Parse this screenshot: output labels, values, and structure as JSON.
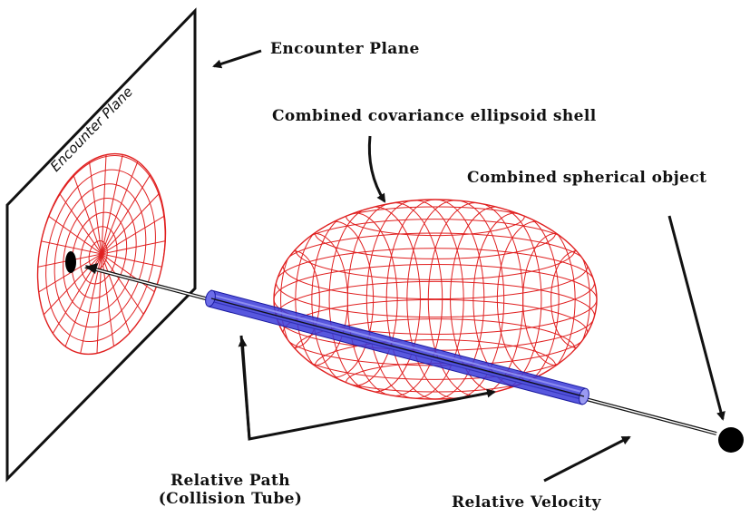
{
  "labels": {
    "encounter_plane": "Encounter Plane",
    "plane_inscription": "Encounter Plane",
    "covariance_shell": "Combined covariance ellipsoid shell",
    "spherical_object": "Combined spherical object",
    "relative_path_line1": "Relative Path",
    "relative_path_line2": "(Collision Tube)",
    "relative_velocity": "Relative Velocity"
  },
  "colors": {
    "mesh": "#e02020",
    "tube": "#3a3ad8",
    "tube_edge": "#1a1aa0",
    "outline": "#111111",
    "dot": "#000000"
  }
}
